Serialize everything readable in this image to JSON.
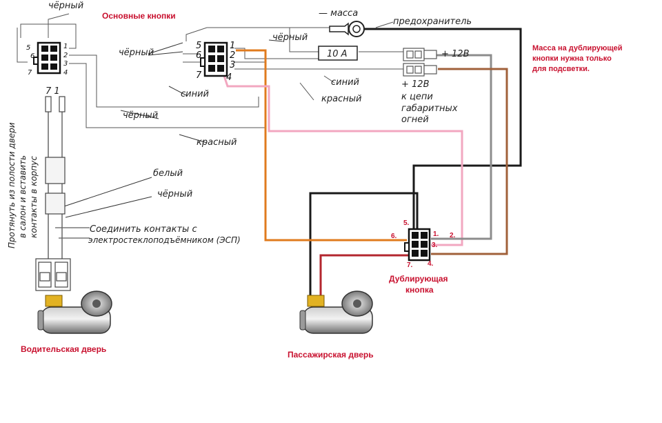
{
  "labels": {
    "main_buttons": "Основные кнопки",
    "black_top": "чёрный",
    "black_mid": "чёрный",
    "black_right": "чёрный",
    "black_low": "чёрный",
    "black_motor": "чёрный",
    "blue_mid": "синий",
    "blue_right": "синий",
    "red_low": "красный",
    "red_right": "красный",
    "white": "белый",
    "mass": "— масса",
    "fuse": "предохранитель",
    "fuse_value": "10 A",
    "plus12_top": "+ 12В",
    "plus12_bottom": "+ 12В",
    "lights_1": "к цепи",
    "lights_2": "габаритных",
    "lights_3": "огней",
    "connect_1": "Соединить контакты с",
    "connect_2": "электростеклоподъёмником (ЭСП)",
    "vertical_1": "Протянуть из полости двери",
    "vertical_2": "в салон и вставить",
    "vertical_3": "контакты в корпус",
    "pins_71": "7  1",
    "note_1": "Масса на дублирующей",
    "note_2": "кнопки нужна только",
    "note_3": "для подсветки.",
    "driver_door": "Водительская дверь",
    "passenger_door": "Пассажирская дверь",
    "dup_1": "Дублирующая",
    "dup_2": "кнопка"
  },
  "connectors": {
    "left_pins": [
      "5",
      "1",
      "6",
      "2",
      "3",
      "7",
      "4"
    ],
    "center_pins": [
      "5",
      "1",
      "6",
      "2",
      "3",
      "7",
      "4"
    ],
    "dup_pins": [
      "5.",
      "1.",
      "6.",
      "2.",
      "3.",
      "7.",
      "4."
    ]
  },
  "colors": {
    "wire_black": "#1a1a1a",
    "wire_orange": "#e07b1e",
    "wire_pink": "#f2a7c0",
    "wire_gray": "#8c8c8c",
    "wire_brown": "#a0603a",
    "wire_red": "#b3262e",
    "label_red": "#c8102e"
  }
}
